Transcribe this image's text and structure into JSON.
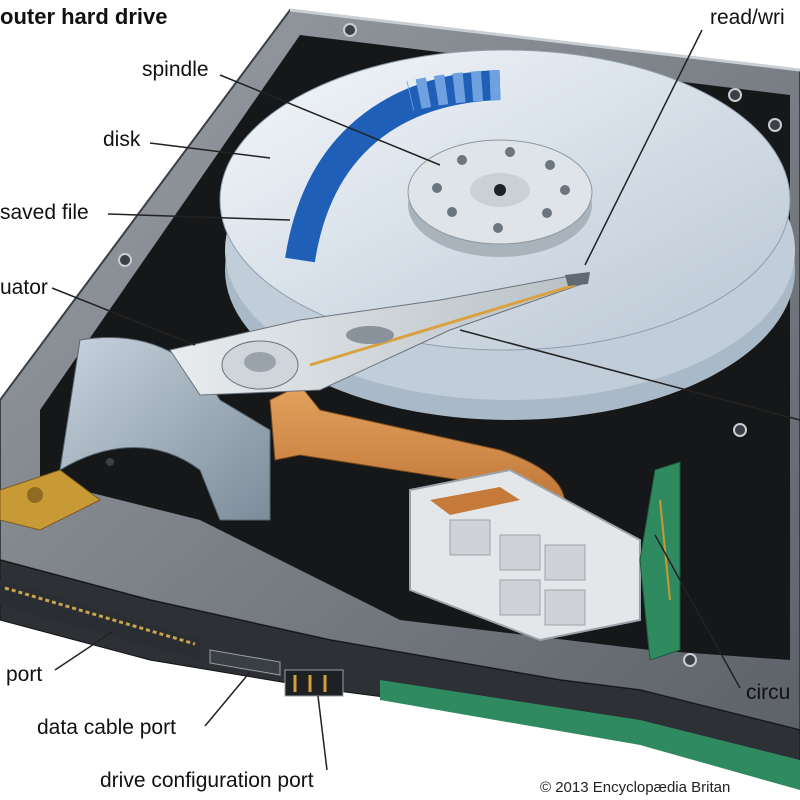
{
  "title": "outer hard drive",
  "labels": {
    "read_write": "read/wri",
    "spindle": "spindle",
    "disk": "disk",
    "saved_file": "saved file",
    "actuator": "uator",
    "port": "port",
    "data_cable_port": "data cable port",
    "drive_configuration_port": "drive configuration port",
    "circuit": "circu"
  },
  "copyright": "© 2013 Encyclopædia Britan"
}
